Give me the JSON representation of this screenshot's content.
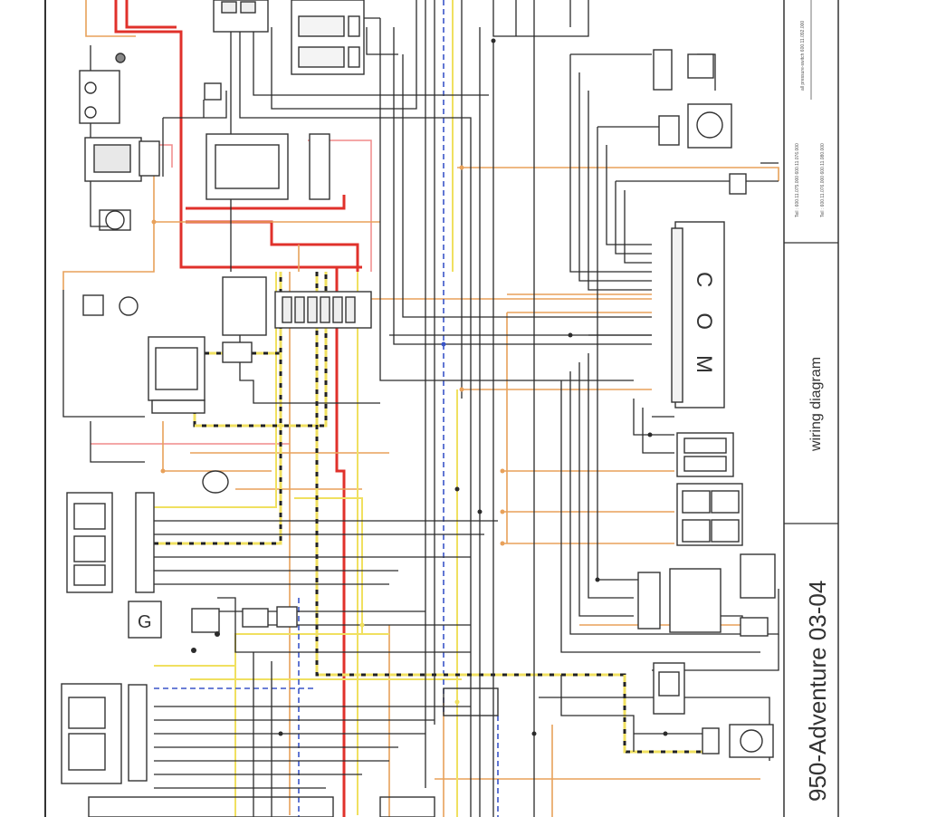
{
  "title_block": {
    "model": "950-Adventure 03-04",
    "sheet_name": "wiring diagram",
    "ref_row1": "Teil : 600.11.075.000    600.11.076.000",
    "ref_row2": "Teil : 600.11.076.000    600.11.080.000",
    "ref_col": "all pressure-switch 600.11.092.000"
  },
  "ecu_label": "COM",
  "generator_label": "G",
  "colors": {
    "black": "#2b2b2b",
    "red": "#e0312b",
    "orange": "#e8a15a",
    "yellow": "#f0e060",
    "blue_dash": "#3a55c8",
    "pink": "#f08080",
    "gray": "#7a7a7a"
  }
}
